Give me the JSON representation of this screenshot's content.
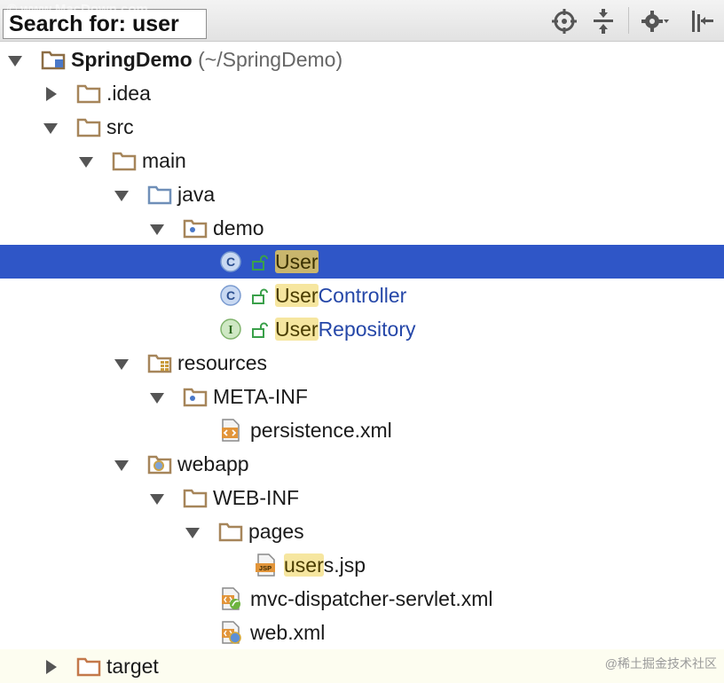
{
  "search": {
    "label": "Search for:",
    "query": "user"
  },
  "toolbar": {
    "icons": [
      "locate-icon",
      "collapse-all-icon",
      "gear-icon",
      "hide-panel-icon"
    ]
  },
  "tree": {
    "project": {
      "name": "SpringDemo",
      "path": "(~/SpringDemo)"
    },
    "idea": ".idea",
    "src": "src",
    "main": "main",
    "java": "java",
    "demo": "demo",
    "user": {
      "match": "User",
      "rest": ""
    },
    "user_controller": {
      "match": "User",
      "rest": "Controller"
    },
    "user_repository": {
      "match": "User",
      "rest": "Repository"
    },
    "resources": "resources",
    "meta_inf": "META-INF",
    "persistence": "persistence.xml",
    "webapp": "webapp",
    "web_inf": "WEB-INF",
    "pages": "pages",
    "users_jsp": {
      "match": "user",
      "rest": "s.jsp"
    },
    "dispatcher": "mvc-dispatcher-servlet.xml",
    "web_xml": "web.xml",
    "target": "target"
  },
  "watermarks": {
    "top": "© www.MacDown.com",
    "bottom": "@稀土掘金技术社区"
  },
  "colors": {
    "selection": "#2f56c7",
    "highlight": "#f6e6a0",
    "class_text": "#2547a8",
    "folder": "#a6855a"
  }
}
